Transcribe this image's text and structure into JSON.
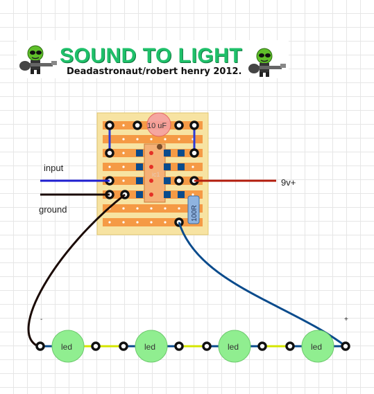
{
  "header": {
    "title": "SOUND TO LIGHT",
    "subtitle": "Deadastronaut/robert henry 2012.",
    "mascot_left_icon": "guitarist-alien-icon",
    "mascot_right_icon": "guitarist-alien-icon"
  },
  "labels": {
    "input": "input",
    "ground": "ground",
    "power": "9v+",
    "led_minus": "-",
    "led_plus": "+"
  },
  "components": {
    "capacitor": "10 uF",
    "transistor": "ic1",
    "resistor": "100R",
    "leds": [
      "led",
      "led",
      "led",
      "led"
    ]
  },
  "colors": {
    "stripboard_bg": "#f7e3a2",
    "strip": "#f59a45",
    "wire_input": "#1f1fd0",
    "wire_ground": "#1a0a05",
    "wire_power": "#b31d0d",
    "wire_led": "#0a4b8c",
    "led_fill": "#90ee90",
    "jumper": "#2b3bd6",
    "led_link": "#d4e600",
    "title": "#1fc06a"
  }
}
